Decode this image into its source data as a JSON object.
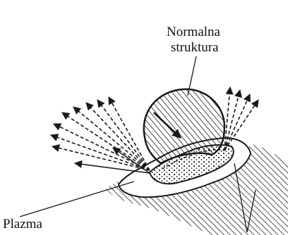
{
  "labels": {
    "normal_line1": "Normalna",
    "normal_line2": "struktura",
    "plasma": "Plazma"
  },
  "colors": {
    "ink": "#1a1a1a",
    "paper": "#ffffff",
    "hatch": "#2a2a2a"
  }
}
